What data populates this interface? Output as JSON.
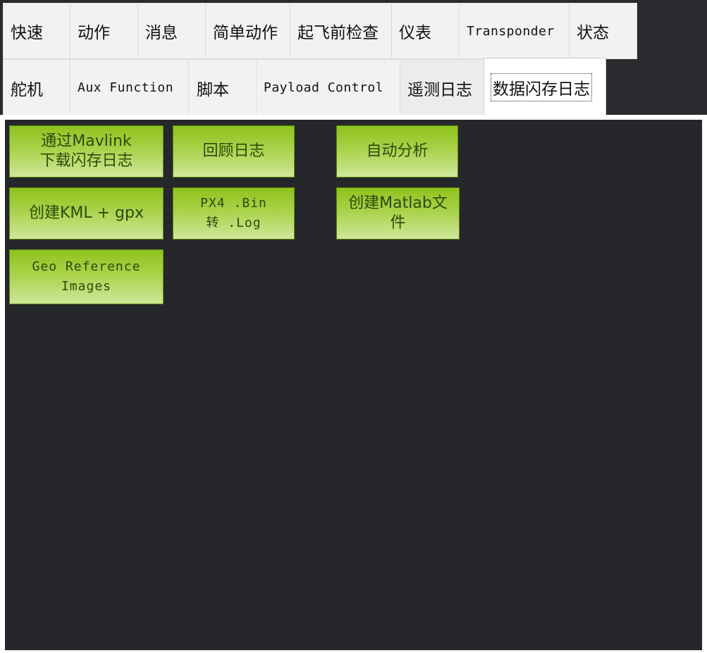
{
  "tabs_row1": [
    {
      "label": "快速"
    },
    {
      "label": "动作"
    },
    {
      "label": "消息"
    },
    {
      "label": "简单动作"
    },
    {
      "label": "起飞前检查"
    },
    {
      "label": "仪表"
    },
    {
      "label": "Transponder"
    },
    {
      "label": "状态"
    }
  ],
  "tabs_row2": [
    {
      "label": "舵机"
    },
    {
      "label": "Aux Function"
    },
    {
      "label": "脚本"
    },
    {
      "label": "Payload Control"
    },
    {
      "label": "遥测日志"
    },
    {
      "label": "数据闪存日志"
    }
  ],
  "active_tab": "数据闪存日志",
  "buttons": {
    "download_mavlink": {
      "line1": "通过Mavlink",
      "line2": "下载闪存日志"
    },
    "review_log": {
      "label": "回顾日志"
    },
    "auto_analysis": {
      "label": "自动分析"
    },
    "create_kml": {
      "label": "创建KML + gpx"
    },
    "bin_to_log": {
      "line1": "PX4 .Bin",
      "line2": "转 .Log"
    },
    "create_matlab": {
      "line1": "创建Matlab文",
      "line2": "件"
    },
    "geo_reference": {
      "line1": "Geo Reference",
      "line2": "Images"
    }
  },
  "colors": {
    "panel_bg": "#26272a",
    "button_top": "#8fc21c",
    "button_bottom": "#cfe79a",
    "button_text": "#2d4a0a"
  }
}
